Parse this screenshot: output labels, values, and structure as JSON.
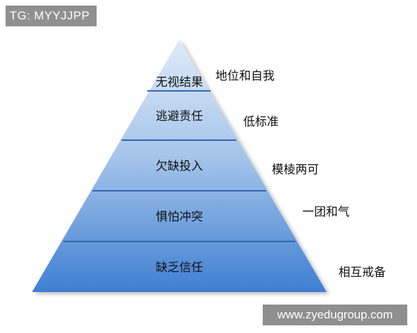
{
  "watermark_top": "TG: MYYJJPP",
  "watermark_bottom": "www.zyedugroup.com",
  "pyramid": {
    "levels": [
      {
        "label": "无视结果",
        "side": "地位和自我"
      },
      {
        "label": "逃避责任",
        "side": "低标准"
      },
      {
        "label": "欠缺投入",
        "side": "模棱两可"
      },
      {
        "label": "惧怕冲突",
        "side": "一团和气"
      },
      {
        "label": "缺乏信任",
        "side": "相互戒备"
      }
    ],
    "colors": {
      "top": "#dfeaf7",
      "bottom": "#3f7fd1",
      "divider": "#2f66ad"
    }
  }
}
